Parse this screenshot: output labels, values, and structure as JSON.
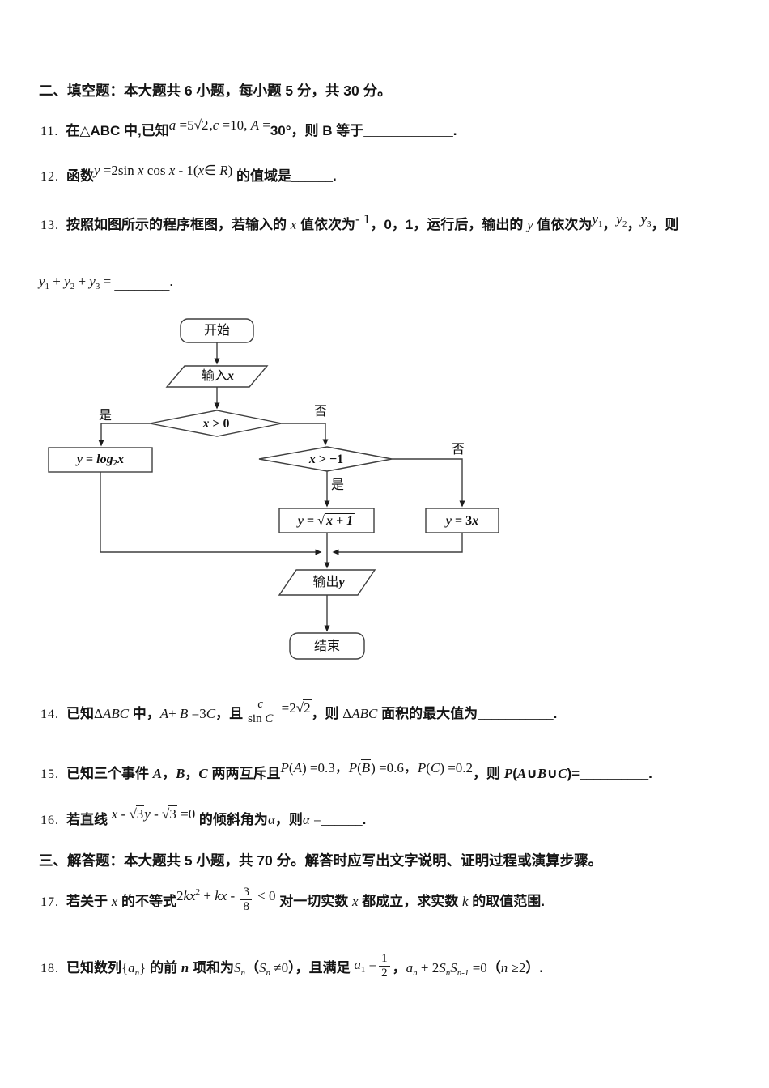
{
  "colors": {
    "flow_line": "#3f3f3f",
    "text": "#141414",
    "background": "#ffffff"
  },
  "sections": {
    "sec2": "二、填空题：本大题共 6 小题，每小题 5 分，共 30 分。",
    "sec3": "三、解答题：本大题共 5 小题，共 70 分。解答时应写出文字说明、证明过程或演算步骤。"
  },
  "q11": {
    "num": "11.",
    "runs": [
      {
        "t": "在△ABC 中,已知",
        "c": "cn"
      },
      {
        "t": "a",
        "c": "m up"
      },
      {
        "t": " =5",
        "c": "mu up"
      },
      {
        "t": "√",
        "c": "mu up"
      },
      {
        "t": "2",
        "c": "mu up rad"
      },
      {
        "t": ",",
        "c": "mu up"
      },
      {
        "t": "c",
        "c": "m up"
      },
      {
        "t": " =10, ",
        "c": "mu up"
      },
      {
        "t": "A",
        "c": "m up"
      },
      {
        "t": " =",
        "c": "mu up"
      },
      {
        "t": "30°",
        "c": "cn"
      },
      {
        "t": "，则 B 等于",
        "c": "cn"
      },
      {
        "t": "_____________",
        "c": "mu"
      },
      {
        "t": ".",
        "c": "cn"
      }
    ]
  },
  "q12": {
    "num": "12.",
    "runs": [
      {
        "t": "函数",
        "c": "cn"
      },
      {
        "t": "y",
        "c": "m up"
      },
      {
        "t": " =2sin ",
        "c": "mu up"
      },
      {
        "t": "x",
        "c": "m up"
      },
      {
        "t": " cos ",
        "c": "mu up"
      },
      {
        "t": "x",
        "c": "m up"
      },
      {
        "t": " - 1(",
        "c": "mu up"
      },
      {
        "t": "x",
        "c": "m up"
      },
      {
        "t": "∈ ",
        "c": "mu up"
      },
      {
        "t": "R",
        "c": "m up"
      },
      {
        "t": ")",
        "c": "mu up"
      },
      {
        "t": "  的值域是",
        "c": "cn"
      },
      {
        "t": "______",
        "c": "mu"
      },
      {
        "t": ".",
        "c": "cn"
      }
    ]
  },
  "q13": {
    "num": "13.",
    "runs": [
      {
        "t": "按照如图所示的程序框图，若输入的 ",
        "c": "cn"
      },
      {
        "t": "x",
        "c": "m"
      },
      {
        "t": " 值依次为",
        "c": "cn"
      },
      {
        "t": "- 1",
        "c": "mu up"
      },
      {
        "t": "，0，1，运行后，输出的 ",
        "c": "cn"
      },
      {
        "t": "y",
        "c": "m"
      },
      {
        "t": " 值依次为",
        "c": "cn"
      },
      {
        "t": "y",
        "c": "m up"
      },
      {
        "t": "1",
        "c": "mu sub up"
      },
      {
        "t": "，",
        "c": "cn"
      },
      {
        "t": "y",
        "c": "m up"
      },
      {
        "t": "2",
        "c": "mu sub up"
      },
      {
        "t": "，",
        "c": "cn"
      },
      {
        "t": "y",
        "c": "m up"
      },
      {
        "t": "3",
        "c": "mu sub up"
      },
      {
        "t": "，则",
        "c": "cn"
      }
    ],
    "runs2": [
      {
        "t": "y",
        "c": "m"
      },
      {
        "t": "1",
        "c": "mu sub"
      },
      {
        "t": " + ",
        "c": "mu"
      },
      {
        "t": "y",
        "c": "m"
      },
      {
        "t": "2",
        "c": "mu sub"
      },
      {
        "t": " + ",
        "c": "mu"
      },
      {
        "t": "y",
        "c": "m"
      },
      {
        "t": "3",
        "c": "mu sub"
      },
      {
        "t": " = ",
        "c": "mu"
      },
      {
        "t": "________",
        "c": "mu dn"
      },
      {
        "t": ".",
        "c": "mu"
      }
    ]
  },
  "q14": {
    "num": "14.",
    "runs": [
      {
        "t": "已知",
        "c": "cn"
      },
      {
        "t": "Δ",
        "c": "mu"
      },
      {
        "t": "ABC",
        "c": "m"
      },
      {
        "t": " 中，",
        "c": "cn"
      },
      {
        "t": "A",
        "c": "m"
      },
      {
        "t": "+ ",
        "c": "mu"
      },
      {
        "t": "B",
        "c": "m"
      },
      {
        "t": " =3",
        "c": "mu"
      },
      {
        "t": "C",
        "c": "m"
      },
      {
        "t": "，且",
        "c": "cn"
      },
      {
        "f": {
          "n": [
            {
              "t": "c",
              "c": "m"
            }
          ],
          "d": [
            {
              "t": "sin ",
              "c": "mu"
            },
            {
              "t": "C",
              "c": "m"
            }
          ]
        },
        "c": "up2"
      },
      {
        "t": " =2",
        "c": "mu up"
      },
      {
        "t": "√",
        "c": "mu up"
      },
      {
        "t": "2",
        "c": "mu up rad"
      },
      {
        "t": "，则 ",
        "c": "cn"
      },
      {
        "t": "Δ",
        "c": "mu"
      },
      {
        "t": "ABC",
        "c": "m"
      },
      {
        "t": " 面积的最大值为",
        "c": "cn"
      },
      {
        "t": "___________",
        "c": "mu"
      },
      {
        "t": ".",
        "c": "cn"
      }
    ]
  },
  "q15": {
    "num": "15.",
    "runs": [
      {
        "t": "已知三个事件 ",
        "c": "cn"
      },
      {
        "t": "A",
        "c": "mb"
      },
      {
        "t": "，",
        "c": "cn"
      },
      {
        "t": "B",
        "c": "mb"
      },
      {
        "t": "，",
        "c": "cn"
      },
      {
        "t": "C",
        "c": "mb"
      },
      {
        "t": " 两两互斥且",
        "c": "cn"
      },
      {
        "t": "P",
        "c": "m up"
      },
      {
        "t": "(",
        "c": "mu up"
      },
      {
        "t": "A",
        "c": "m up"
      },
      {
        "t": ") =0.3，",
        "c": "mu up"
      },
      {
        "t": "P",
        "c": "m up"
      },
      {
        "t": "(",
        "c": "mu up"
      },
      {
        "t": "B",
        "c": "m up rad"
      },
      {
        "t": ") =0.6，",
        "c": "mu up"
      },
      {
        "t": "P",
        "c": "m up"
      },
      {
        "t": "(",
        "c": "mu up"
      },
      {
        "t": "C",
        "c": "m up"
      },
      {
        "t": ") =0.2",
        "c": "mu up"
      },
      {
        "t": "，则 ",
        "c": "cn"
      },
      {
        "t": "P",
        "c": "mb"
      },
      {
        "t": "(",
        "c": "cn"
      },
      {
        "t": "A",
        "c": "mb"
      },
      {
        "t": "∪",
        "c": "cn"
      },
      {
        "t": "B",
        "c": "mb"
      },
      {
        "t": "∪",
        "c": "cn"
      },
      {
        "t": "C",
        "c": "mb"
      },
      {
        "t": ")=",
        "c": "cn"
      },
      {
        "t": "__________",
        "c": "mu"
      },
      {
        "t": ".",
        "c": "cn"
      }
    ]
  },
  "q16": {
    "num": "16.",
    "runs": [
      {
        "t": "若直线 ",
        "c": "cn"
      },
      {
        "t": "x",
        "c": "m up"
      },
      {
        "t": " - ",
        "c": "mu up"
      },
      {
        "t": "√",
        "c": "mu up"
      },
      {
        "t": "3",
        "c": "mu up rad"
      },
      {
        "t": "y",
        "c": "m up"
      },
      {
        "t": " - ",
        "c": "mu up"
      },
      {
        "t": "√",
        "c": "mu up"
      },
      {
        "t": "3",
        "c": "mu up rad"
      },
      {
        "t": " =0",
        "c": "mu up"
      },
      {
        "t": " 的倾斜角为",
        "c": "cn"
      },
      {
        "t": "α",
        "c": "m"
      },
      {
        "t": "，则",
        "c": "cn"
      },
      {
        "t": "α",
        "c": "m"
      },
      {
        "t": " =",
        "c": "mu"
      },
      {
        "t": "______",
        "c": "mu"
      },
      {
        "t": ".",
        "c": "cn"
      }
    ]
  },
  "q17": {
    "num": "17.",
    "runs": [
      {
        "t": "若关于 ",
        "c": "cn"
      },
      {
        "t": "x",
        "c": "m"
      },
      {
        "t": " 的不等式",
        "c": "cn"
      },
      {
        "t": "2",
        "c": "mu up"
      },
      {
        "t": "k",
        "c": "m up"
      },
      {
        "t": "x",
        "c": "m up"
      },
      {
        "t": "2",
        "c": "mu sup up"
      },
      {
        "t": " + ",
        "c": "mu up"
      },
      {
        "t": "k",
        "c": "m up"
      },
      {
        "t": "x",
        "c": "m up"
      },
      {
        "t": " - ",
        "c": "mu up"
      },
      {
        "f": {
          "n": [
            {
              "t": "3",
              "c": "mu"
            }
          ],
          "d": [
            {
              "t": "8",
              "c": "mu"
            }
          ]
        },
        "c": "up2"
      },
      {
        "t": " < 0",
        "c": "mu up"
      },
      {
        "t": "  对一切实数 ",
        "c": "cn"
      },
      {
        "t": "x",
        "c": "m"
      },
      {
        "t": " 都成立，求实数 ",
        "c": "cn"
      },
      {
        "t": "k",
        "c": "m"
      },
      {
        "t": " 的取值范围",
        "c": "cn"
      },
      {
        "t": ".",
        "c": "cn"
      }
    ]
  },
  "q18": {
    "num": "18.",
    "runs": [
      {
        "t": "已知数列",
        "c": "cn"
      },
      {
        "t": "{",
        "c": "mu"
      },
      {
        "t": "a",
        "c": "m"
      },
      {
        "t": "n",
        "c": "m sub"
      },
      {
        "t": "}",
        "c": "mu"
      },
      {
        "t": " 的前 ",
        "c": "cn"
      },
      {
        "t": "n",
        "c": "mb"
      },
      {
        "t": " 项和为",
        "c": "cn"
      },
      {
        "t": "S",
        "c": "m"
      },
      {
        "t": "n",
        "c": "m sub"
      },
      {
        "t": "（",
        "c": "cn"
      },
      {
        "t": "S",
        "c": "m"
      },
      {
        "t": "n",
        "c": "m sub"
      },
      {
        "t": " ≠0",
        "c": "mu"
      },
      {
        "t": "）",
        "c": "cn"
      },
      {
        "t": "，且满足 ",
        "c": "cn"
      },
      {
        "t": "a",
        "c": "m up2"
      },
      {
        "t": "1",
        "c": "mu sub up2"
      },
      {
        "t": " =",
        "c": "mu up2"
      },
      {
        "f": {
          "n": [
            {
              "t": "1",
              "c": "mu"
            }
          ],
          "d": [
            {
              "t": "2",
              "c": "mu"
            }
          ]
        },
        "c": "up2"
      },
      {
        "t": "，",
        "c": "cn"
      },
      {
        "t": "a",
        "c": "m"
      },
      {
        "t": "n",
        "c": "m sub"
      },
      {
        "t": " + 2",
        "c": "mu"
      },
      {
        "t": "S",
        "c": "m"
      },
      {
        "t": "n",
        "c": "m sub"
      },
      {
        "t": "S",
        "c": "m"
      },
      {
        "t": "n-1",
        "c": "m sub"
      },
      {
        "t": " =0",
        "c": "mu"
      },
      {
        "t": "（",
        "c": "cn"
      },
      {
        "t": "n",
        "c": "m"
      },
      {
        "t": " ≥2",
        "c": "mu"
      },
      {
        "t": "）",
        "c": "cn"
      },
      {
        "t": ".",
        "c": "cn"
      }
    ]
  },
  "flowchart": {
    "start": "开始",
    "end": "结束",
    "yes": "是",
    "no": "否",
    "input": [
      {
        "t": "输入",
        "c": "fcn"
      },
      {
        "t": "x",
        "c": "fm"
      }
    ],
    "output": [
      {
        "t": "输出",
        "c": "fcn"
      },
      {
        "t": "y",
        "c": "fm"
      }
    ],
    "cond1": [
      {
        "t": "x",
        "c": "fm"
      },
      {
        "t": " > 0",
        "c": "fmu"
      }
    ],
    "cond2": [
      {
        "t": "x",
        "c": "fm"
      },
      {
        "t": " > −1",
        "c": "fmu"
      }
    ],
    "box_log": [
      {
        "t": "y",
        "c": "fm"
      },
      {
        "t": " = ",
        "c": "fmu"
      },
      {
        "t": "log",
        "c": "fm"
      },
      {
        "t": "2",
        "c": "fmu fsub"
      },
      {
        "t": "x",
        "c": "fm"
      }
    ],
    "box_sqrt": [
      {
        "t": "y",
        "c": "fm"
      },
      {
        "t": " = ",
        "c": "fmu"
      },
      {
        "t": "√",
        "c": "fmu"
      },
      {
        "t": "x + 1",
        "c": "fm frad"
      }
    ],
    "box_3x": [
      {
        "t": "y",
        "c": "fm"
      },
      {
        "t": " = 3",
        "c": "fmu"
      },
      {
        "t": "x",
        "c": "fm"
      }
    ]
  }
}
